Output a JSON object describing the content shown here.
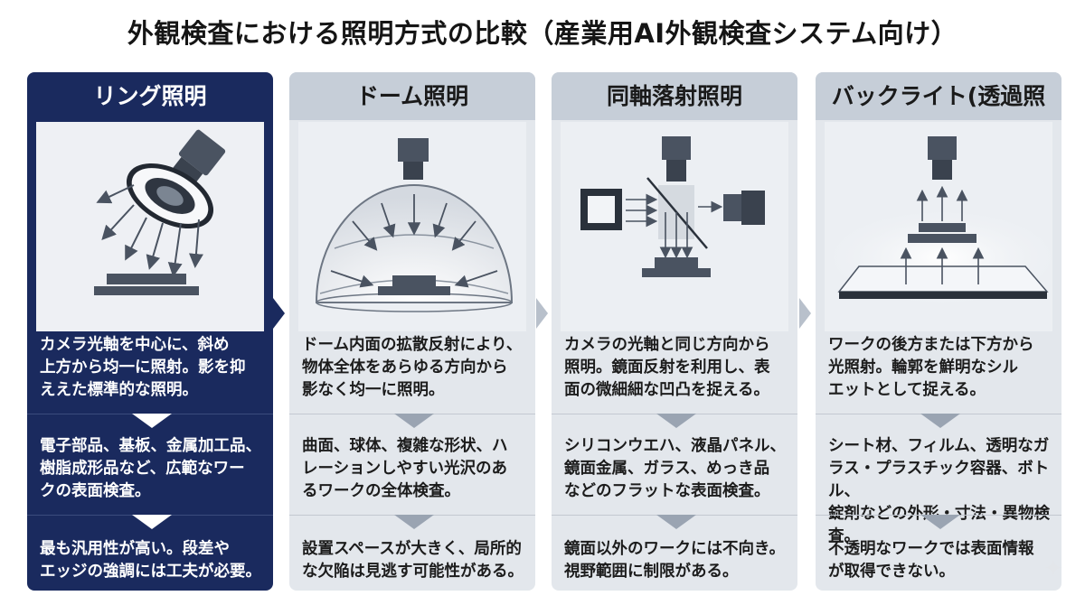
{
  "title": "外観検査における照明方式の比較（産業用AI外観検査システム向け）",
  "columns": [
    {
      "header": "リング照明",
      "principle": [
        "カメラ光軸を中心に、斜め",
        "上方から均一に照射。影を抑",
        "ええた標準的な照明。"
      ],
      "use": [
        "電子部品、基板、金属加工品、",
        "樹脂成形品など、広範なワー",
        "クの表面検査。"
      ],
      "note": [
        "最も汎用性が高い。段差や",
        "エッジの強調には工夫が必要。"
      ]
    },
    {
      "header": "ドーム照明",
      "principle": [
        "ドーム内面の拡散反射により、",
        "物体全体をあらゆる方向から",
        "影なく均一に照明。"
      ],
      "use": [
        "曲面、球体、複雑な形状、ハ",
        "レーションしやすい光沢のあ",
        "るワークの全体検査。"
      ],
      "note": [
        "設置スペースが大きく、局所的",
        "な欠陥は見逃す可能性がある。"
      ]
    },
    {
      "header": "同軸落射照明",
      "principle": [
        "カメラの光軸と同じ方向から",
        "照明。鏡面反射を利用し、表",
        "面の微細細な凹凸を捉える。"
      ],
      "use": [
        "シリコンウエハ、液晶パネル、",
        "鏡面金属、ガラス、めっき品",
        "などのフラットな表面検査。"
      ],
      "note": [
        "鏡面以外のワークには不向き。",
        "視野範囲に制限がある。"
      ]
    },
    {
      "header": "バックライト(透過照明)",
      "principle": [
        "ワークの後方または下方から",
        "光照射。輪郭を鮮明なシル",
        "エットとして捉える。"
      ],
      "use": [
        "シート材、フィルム、透明なガ",
        "ラス・プラスチック容器、ボトル、",
        "錠剤などの外形・寸法・異物検査。"
      ],
      "note": [
        "不透明なワークでは表面情報",
        "が取得できない。"
      ]
    }
  ],
  "colors": {
    "accent": "#1a2a5e",
    "panel": "#e3e7ec",
    "header": "#c6ced8",
    "arrow": "#9aa4b2",
    "device": "#4a5361"
  }
}
